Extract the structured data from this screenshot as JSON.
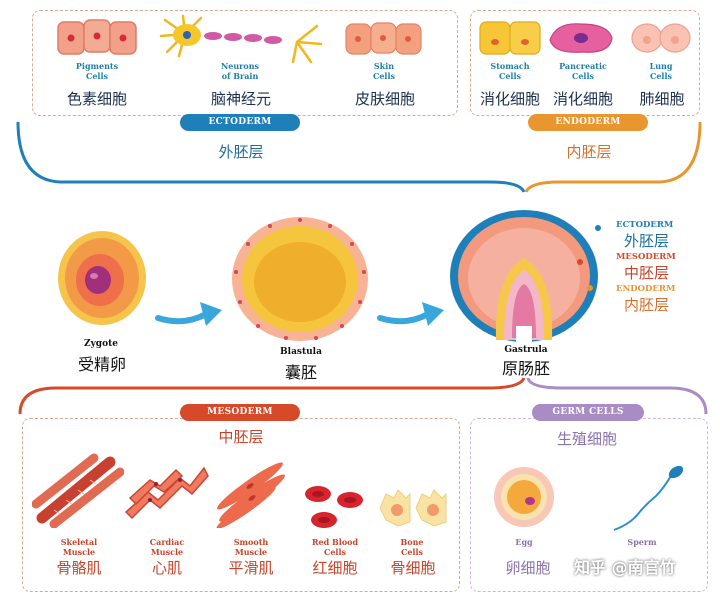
{
  "ectoderm_panel": {
    "cells": [
      {
        "en": "Pigments\nCells",
        "cn": "色素细胞"
      },
      {
        "en": "Neurons\nof Brain",
        "cn": "脑神经元"
      },
      {
        "en": "Skin\nCells",
        "cn": "皮肤细胞"
      }
    ],
    "pill": "ECTODERM",
    "cn_label": "外胚层"
  },
  "endoderm_panel": {
    "cells": [
      {
        "en": "Stomach\nCells",
        "cn": "消化细胞"
      },
      {
        "en": "Pancreatic\nCells",
        "cn": "消化细胞"
      },
      {
        "en": "Lung\nCells",
        "cn": "肺细胞"
      }
    ],
    "pill": "ENDODERM",
    "cn_label": "内胚层"
  },
  "stages": [
    {
      "en": "Zygote",
      "cn": "受精卵"
    },
    {
      "en": "Blastula",
      "cn": "囊胚"
    },
    {
      "en": "Gastrula",
      "cn": "原肠胚"
    }
  ],
  "gastrula_layers": [
    {
      "en": "ECTODERM",
      "cn": "外胚层"
    },
    {
      "en": "MESODERM",
      "cn": "中胚层"
    },
    {
      "en": "ENDODERM",
      "cn": "内胚层"
    }
  ],
  "mesoderm_panel": {
    "pill": "MESODERM",
    "cn_label": "中胚层",
    "cells": [
      {
        "en": "Skeletal\nMuscle",
        "cn": "骨骼肌"
      },
      {
        "en": "Cardiac\nMuscle",
        "cn": "心肌"
      },
      {
        "en": "Smooth\nMuscle",
        "cn": "平滑肌"
      },
      {
        "en": "Red Blood\nCells",
        "cn": "红细胞"
      },
      {
        "en": "Bone\nCells",
        "cn": "骨细胞"
      }
    ]
  },
  "germ_panel": {
    "pill": "GERM CELLS",
    "cn_label": "生殖细胞",
    "egg_en": "Egg",
    "egg_cn": "卵细胞",
    "sperm_en": "Sperm"
  },
  "watermark": "知乎 @南官竹",
  "colors": {
    "ectoderm": "#1f7fb8",
    "endoderm": "#e8962e",
    "mesoderm": "#d64a2a",
    "germ": "#a98bc6",
    "arrow": "#3aa7dc"
  }
}
